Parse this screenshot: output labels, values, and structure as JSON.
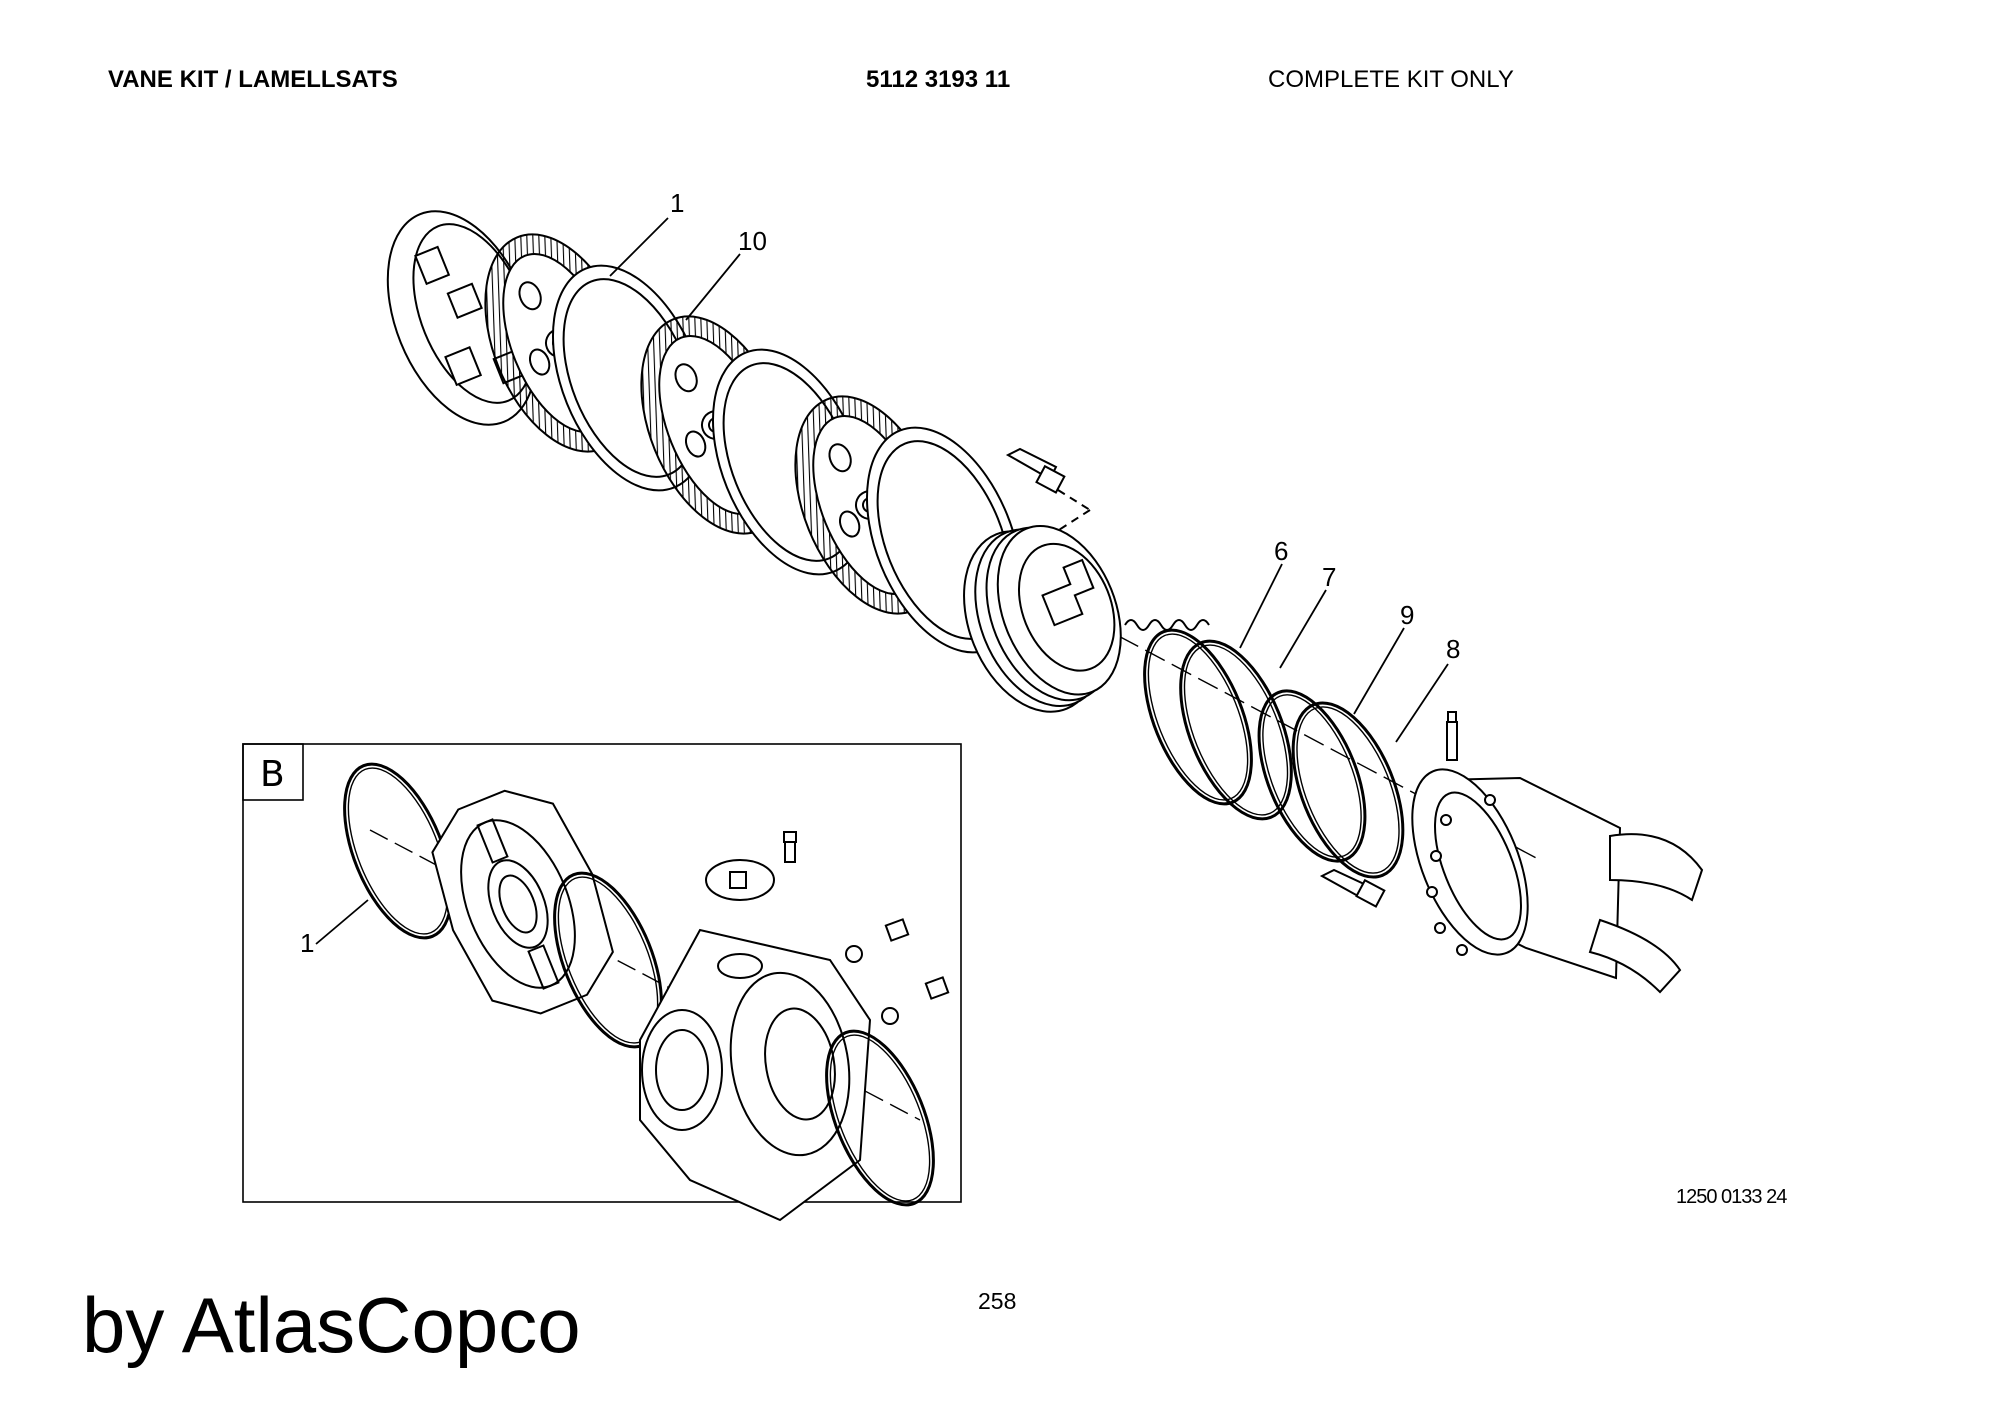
{
  "header": {
    "title": "VANE KIT / LAMELLSATS",
    "part_number": "5112 3193 11",
    "note": "COMPLETE KIT ONLY"
  },
  "callouts": {
    "c1": "1",
    "c10": "10",
    "c6": "6",
    "c7": "7",
    "c9": "9",
    "c8": "8",
    "inset_c1": "1"
  },
  "inset": {
    "label": "B"
  },
  "figure_code": "1250 0133 24",
  "page_number": "258",
  "brand": "by AtlasCopco"
}
